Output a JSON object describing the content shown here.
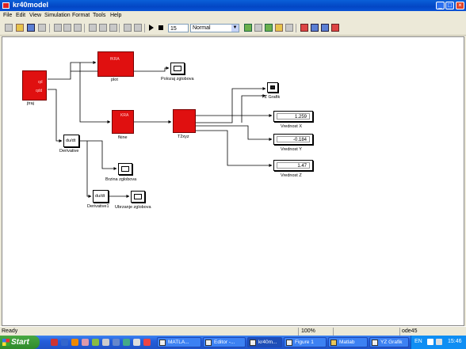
{
  "window": {
    "title": "kr40model"
  },
  "menu": [
    "File",
    "Edit",
    "View",
    "Simulation",
    "Format",
    "Tools",
    "Help"
  ],
  "toolbar": {
    "stop_time": "15",
    "sim_mode": "Normal"
  },
  "blocks": {
    "jtraj": {
      "label": "jtraj",
      "ports": [
        "qd",
        "qdd"
      ]
    },
    "plot": {
      "label": "plot",
      "inner": "fKRA"
    },
    "fkine": {
      "label": "fkine",
      "inner": "KRA"
    },
    "t2xyz": {
      "label": "T2xyz"
    },
    "derivative": {
      "label": "Derivative",
      "inner": "du/dt"
    },
    "derivative1": {
      "label": "Derivative1",
      "inner": "du/dt"
    },
    "polozaj": {
      "label": "Polozaj zglobova"
    },
    "brzina": {
      "label": "Brzina zglobova"
    },
    "ubrzanje": {
      "label": "Ubrzanje zglobova"
    },
    "yz_grafik": {
      "label": "YZ Grafik"
    },
    "vred_x": {
      "label": "Vrednost X",
      "value": "1.259"
    },
    "vred_y": {
      "label": "Vrednost Y",
      "value": "-0.184"
    },
    "vred_z": {
      "label": "Vrednost Z",
      "value": "1.47"
    }
  },
  "status": {
    "left": "Ready",
    "zoom": "100%",
    "solver": "ode45"
  },
  "taskbar": {
    "start": "Start",
    "tasks": [
      "MATLA...",
      "Editor -...",
      "kr40m...",
      "Figure 1",
      "Matlab",
      "YZ Grafik"
    ],
    "lang": "EN",
    "clock": "15:46"
  },
  "colors": {
    "block_red": "#e01010",
    "title_blue": "#0346c4",
    "taskbar_blue": "#245edb",
    "start_green": "#3a9a35"
  }
}
